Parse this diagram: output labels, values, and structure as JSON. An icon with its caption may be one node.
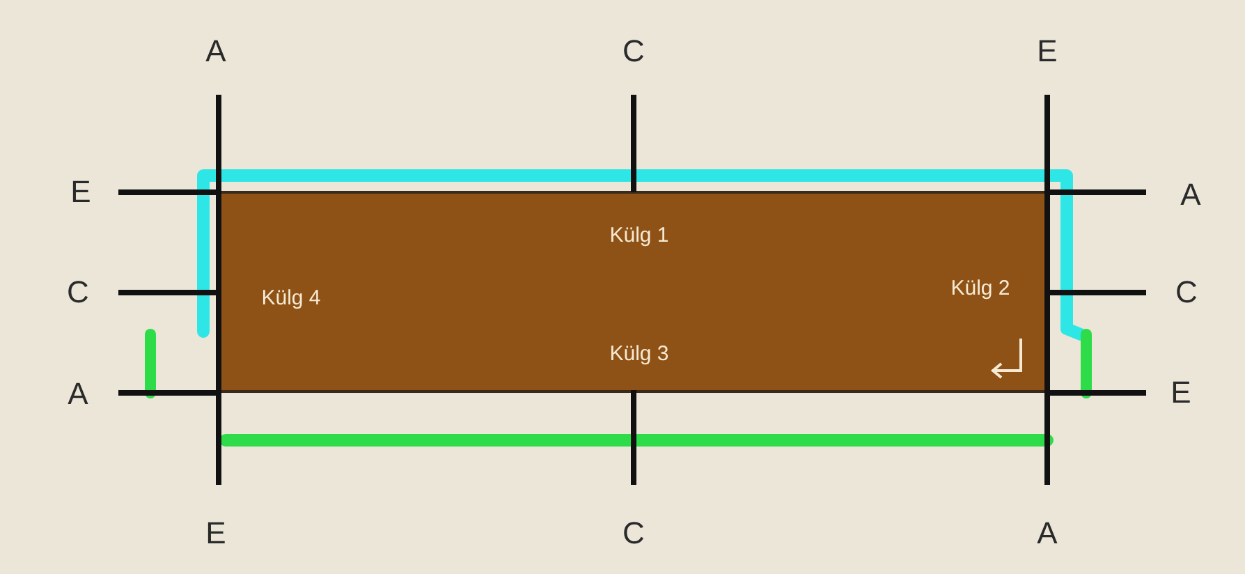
{
  "diagram": {
    "nodes": [
      {
        "text": [
          "Külg 1",
          "Külg 4",
          "Külg 2",
          "Külg 3"
        ]
      }
    ],
    "labels": [
      "A",
      "C",
      "E",
      "E",
      "A",
      "C",
      "C",
      "A",
      "E",
      "E",
      "C",
      "A"
    ]
  }
}
